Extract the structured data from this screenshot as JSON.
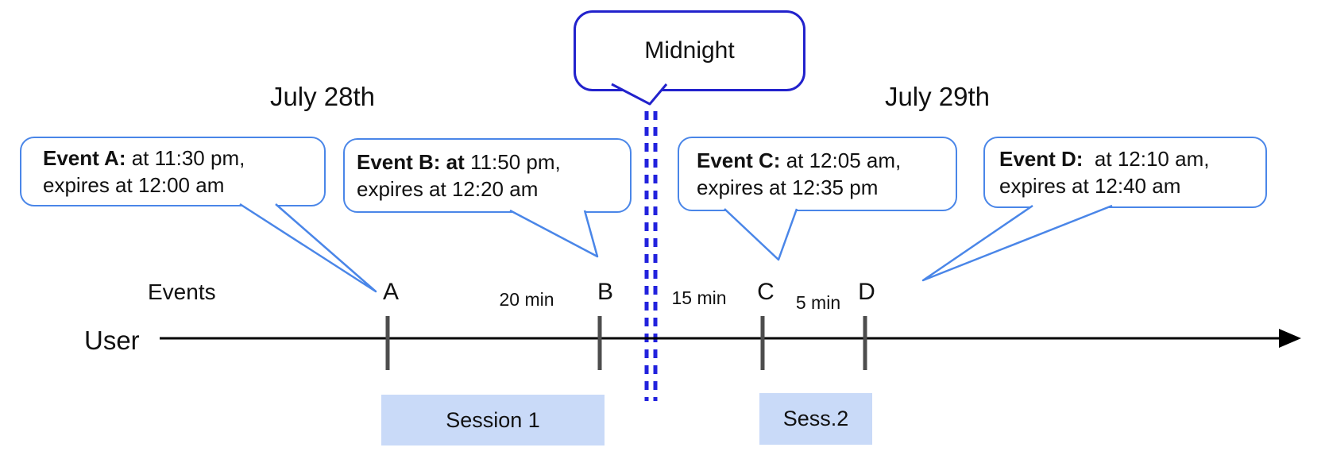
{
  "header": {
    "left_date": "July 28th",
    "right_date": "July 29th"
  },
  "midnight_callout": {
    "label": "Midnight"
  },
  "event_callouts": [
    {
      "id": "A",
      "bold": "Event A:",
      "rest": " at 11:30 pm,",
      "line2": "expires at 12:00 am"
    },
    {
      "id": "B",
      "bold": "Event B: at",
      "rest": " 11:50 pm,",
      "line2": "expires at 12:20 am"
    },
    {
      "id": "C",
      "bold": "Event C:",
      "rest": " at 12:05 am,",
      "line2": "expires at 12:35 pm"
    },
    {
      "id": "D",
      "bold": "Event D:",
      "rest": "  at 12:10 am,",
      "line2": "expires at 12:40 am"
    }
  ],
  "timeline": {
    "row_label": "User",
    "events_label": "Events",
    "tick_labels": [
      "A",
      "B",
      "C",
      "D"
    ],
    "gap_labels": [
      "20 min",
      "15 min",
      "5 min"
    ]
  },
  "sessions": [
    {
      "label": "Session 1"
    },
    {
      "label": "Sess.2"
    }
  ],
  "colors": {
    "event_callout_border": "#4a86e8",
    "midnight_border": "#2222cc",
    "dashed_line": "#2222dd",
    "session_fill": "#c9daf8",
    "tick_color": "#4d4d4d",
    "axis_color": "#000000"
  }
}
